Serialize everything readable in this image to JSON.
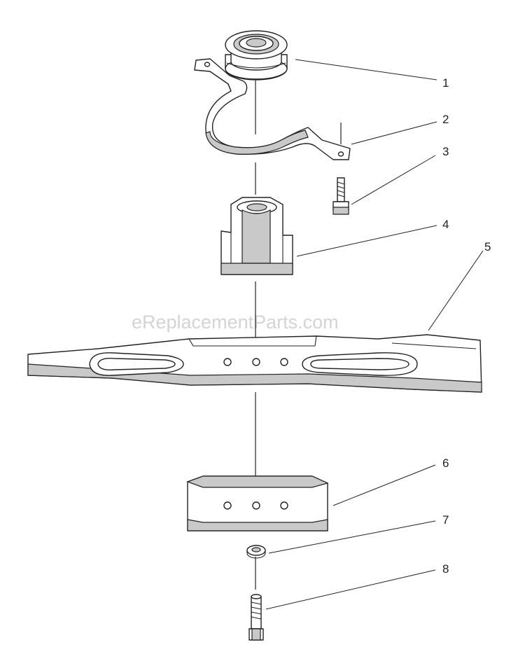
{
  "watermark": "eReplacementParts.com",
  "callouts": [
    {
      "id": "1",
      "label": "1"
    },
    {
      "id": "2",
      "label": "2"
    },
    {
      "id": "3",
      "label": "3"
    },
    {
      "id": "4",
      "label": "4"
    },
    {
      "id": "5",
      "label": "5"
    },
    {
      "id": "6",
      "label": "6"
    },
    {
      "id": "7",
      "label": "7"
    },
    {
      "id": "8",
      "label": "8"
    }
  ],
  "parts": [
    {
      "callout": "1",
      "icon": "idler-pulley-icon"
    },
    {
      "callout": "2",
      "icon": "idler-arm-bracket-icon"
    },
    {
      "callout": "3",
      "icon": "screw-icon"
    },
    {
      "callout": "4",
      "icon": "blade-adapter-icon"
    },
    {
      "callout": "5",
      "icon": "mower-blade-icon"
    },
    {
      "callout": "6",
      "icon": "blade-stiffener-icon"
    },
    {
      "callout": "7",
      "icon": "washer-icon"
    },
    {
      "callout": "8",
      "icon": "blade-bolt-icon"
    }
  ]
}
